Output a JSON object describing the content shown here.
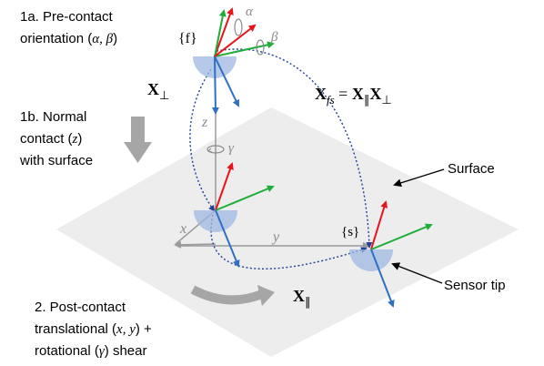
{
  "captions": {
    "pre_contact_line1": "1a.  Pre-contact",
    "pre_contact_line2": "orientation (",
    "pre_contact_symbols": "α, β",
    "pre_contact_close": ")",
    "normal_contact_line1": "1b.  Normal",
    "normal_contact_line2": "contact (",
    "normal_contact_symbol": "z",
    "normal_contact_close": ")",
    "normal_contact_line3": "with surface",
    "post_contact_line1": "2.  Post-contact",
    "post_contact_line2": "translational (",
    "post_contact_symbols": "x, y",
    "post_contact_close": ") +",
    "post_contact_line3": "rotational (",
    "post_contact_symbol": "γ",
    "post_contact_close2": ") shear"
  },
  "labels": {
    "surface": "Surface",
    "sensor_tip": "Sensor tip",
    "frame_f": "{f}",
    "frame_s": "{s}"
  },
  "symbols": {
    "alpha": "α",
    "beta": "β",
    "gamma": "γ",
    "axis_z": "z",
    "axis_x": "x",
    "axis_y": "y",
    "x_perp": "X",
    "x_perp_sub": "⊥",
    "x_par": "X",
    "x_par_sub": "∥",
    "x_fs": "X",
    "x_fs_sub": "fs",
    "x_fs_eq": " = ",
    "x_fs_rhs1": "X",
    "x_fs_rhs1_sub": "∥",
    "x_fs_rhs2": "X",
    "x_fs_rhs2_sub": "⊥"
  },
  "colors": {
    "x_axis": "#e8141b",
    "y_axis": "#1fae3a",
    "z_axis": "#2f6fc4",
    "sensor_disc": "#9fb7e0",
    "surface": "#ededed",
    "path": "#1f3f9a",
    "arrow_grey": "#a6a6a6"
  }
}
